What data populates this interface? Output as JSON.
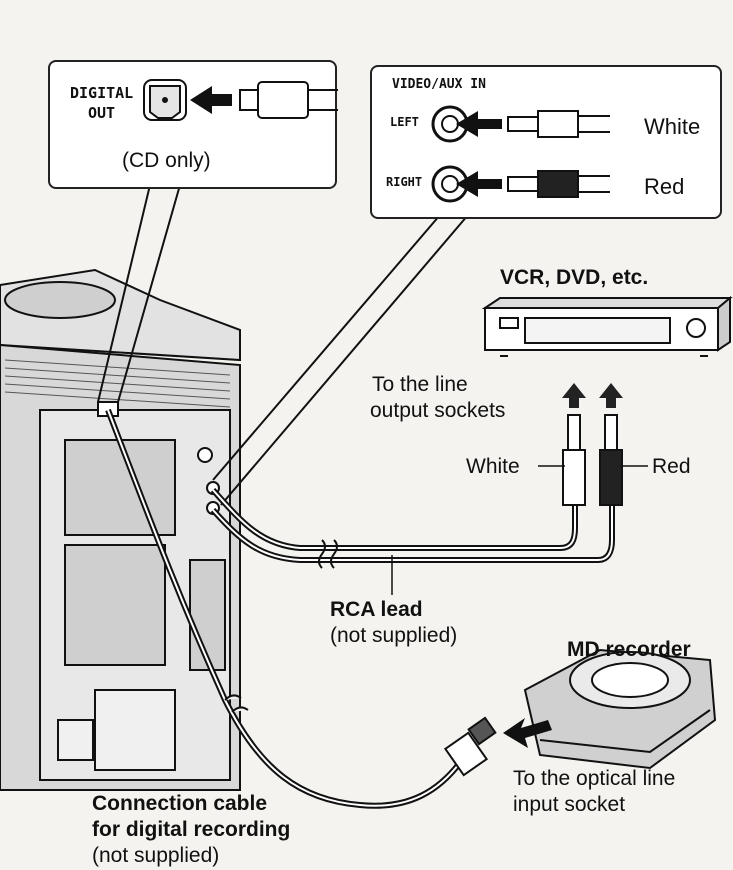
{
  "callout_digital": {
    "label": "DIGITAL\nOUT",
    "line1": "DIGITAL",
    "line2": "OUT",
    "note": "(CD only)"
  },
  "callout_video": {
    "title": "VIDEO/AUX IN",
    "left": "LEFT",
    "right": "RIGHT",
    "white": "White",
    "red": "Red"
  },
  "vcr": {
    "title": "VCR, DVD, etc.",
    "sockets_line1": "To the line",
    "sockets_line2": "output sockets"
  },
  "plugs": {
    "white": "White",
    "red": "Red"
  },
  "rca": {
    "title": "RCA lead",
    "note": "(not supplied)"
  },
  "md": {
    "title": "MD recorder",
    "socket_line1": "To the optical line",
    "socket_line2": "input socket"
  },
  "cable": {
    "line1": "Connection cable",
    "line2": "for digital recording",
    "note": "(not supplied)"
  },
  "colors": {
    "background": "#f4f3ef",
    "ink": "#111111",
    "panel": "#ffffff"
  }
}
